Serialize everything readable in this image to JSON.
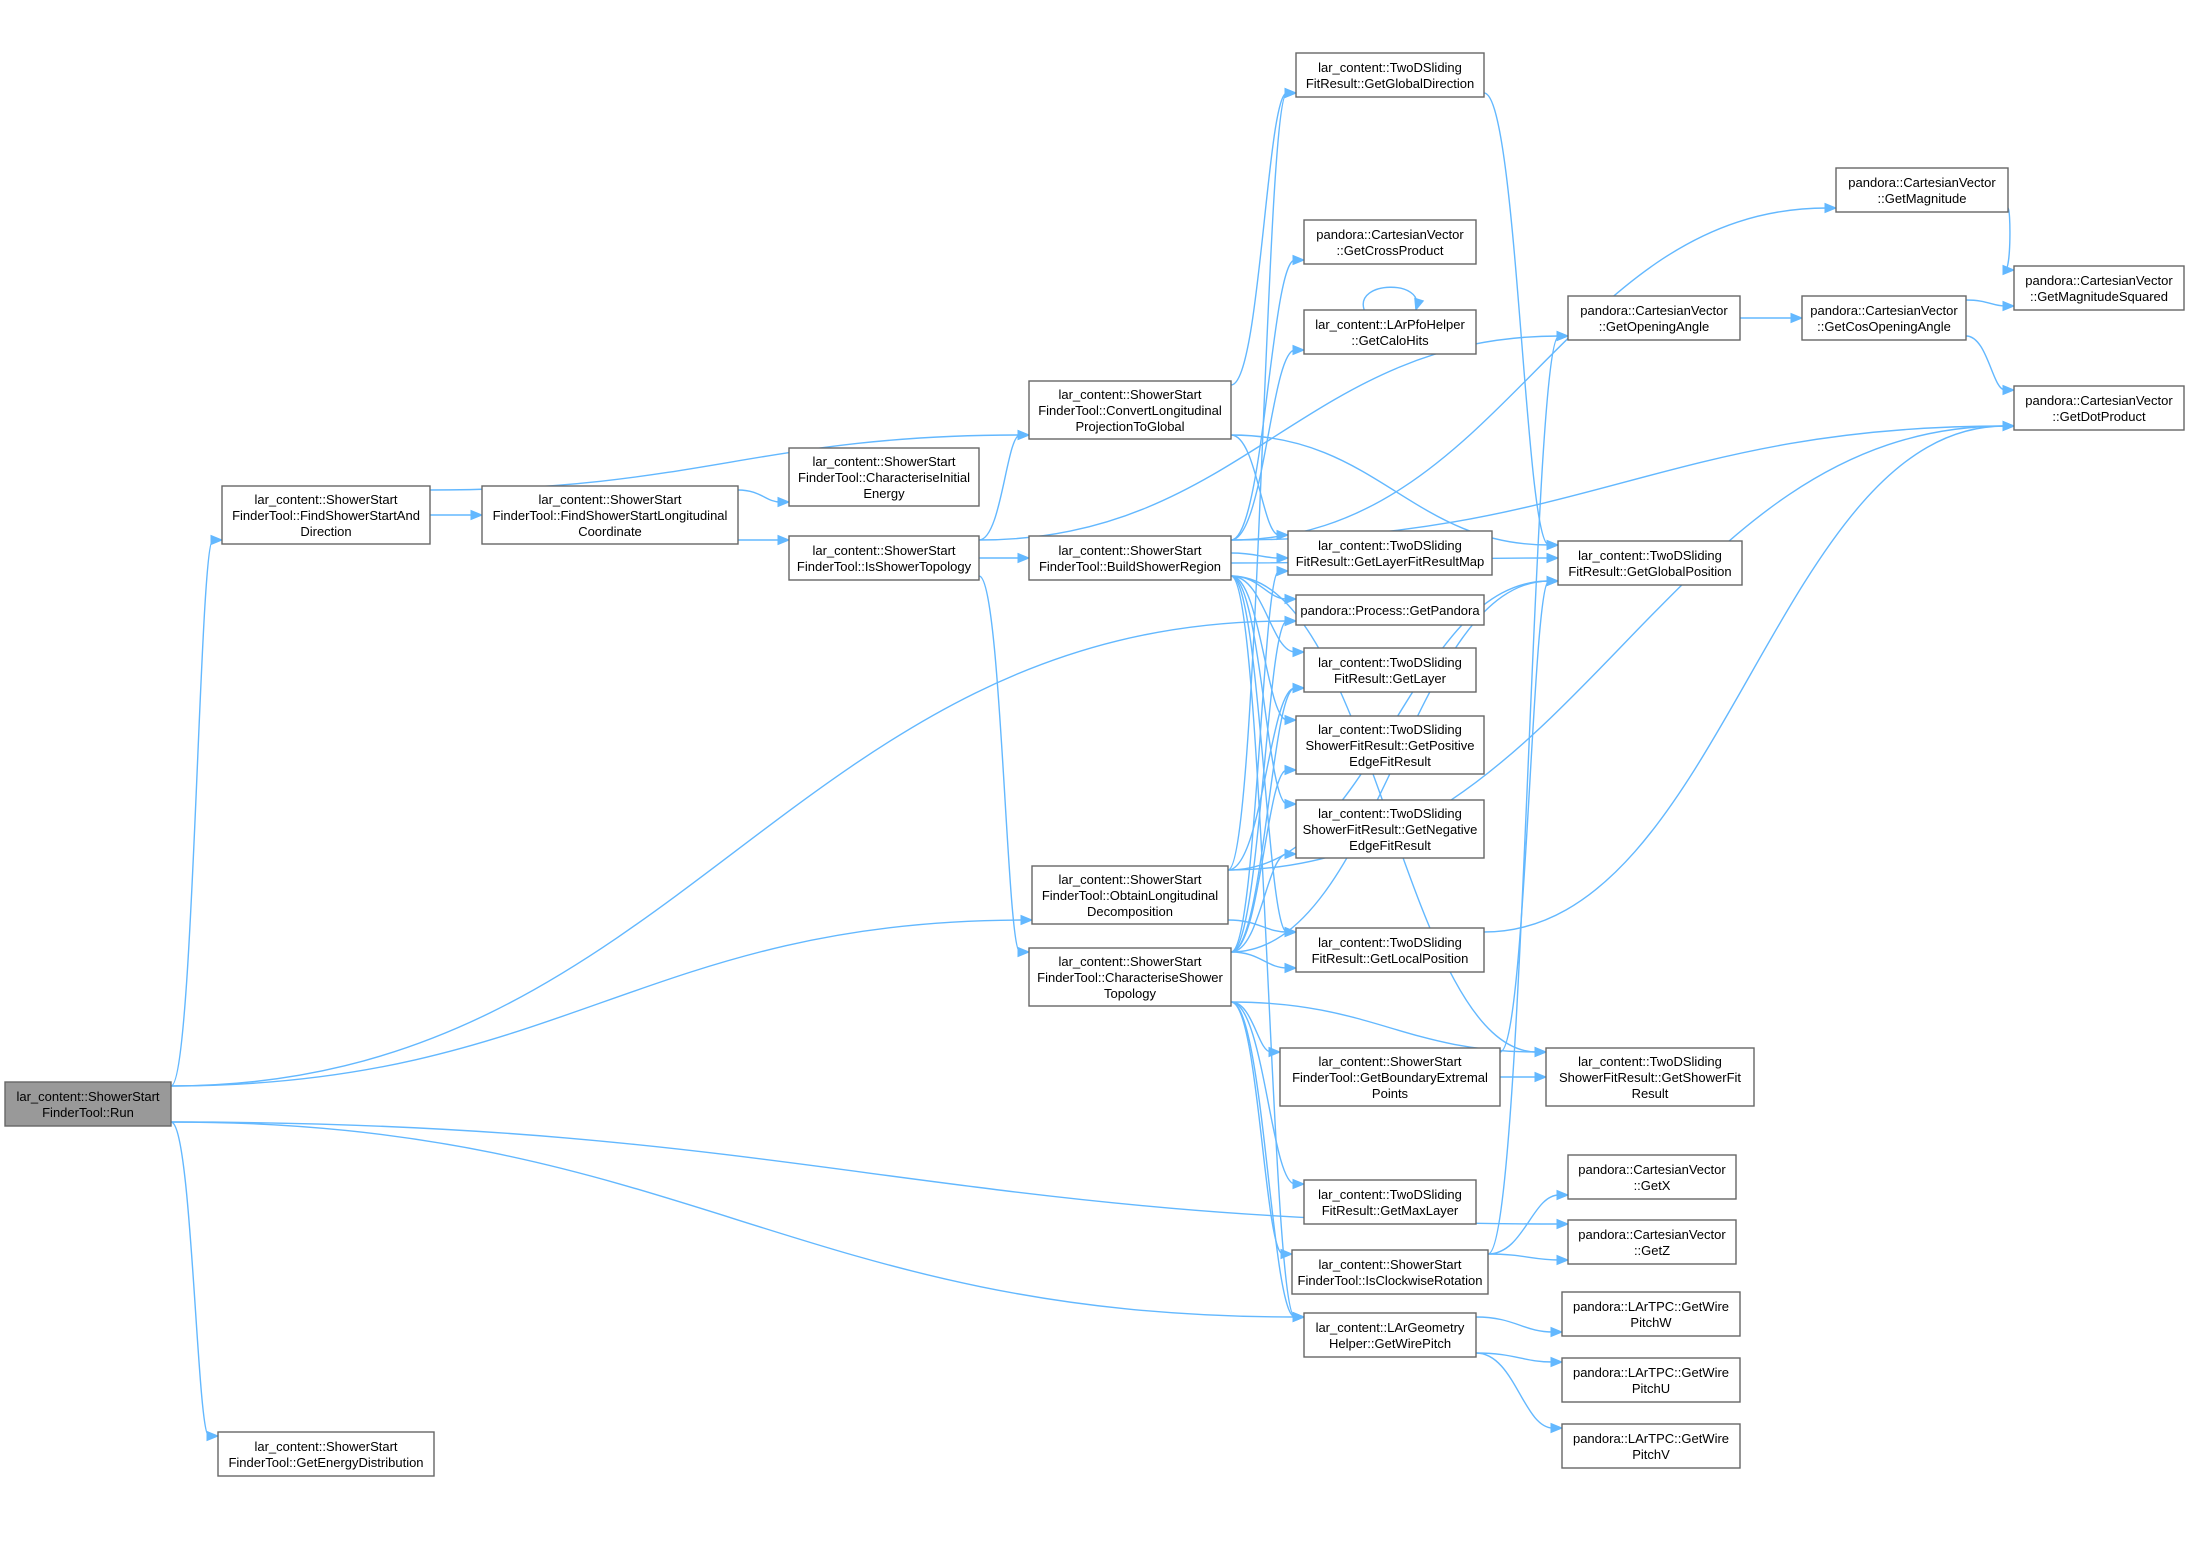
{
  "graph": {
    "nodes": [
      {
        "id": "run",
        "lines": [
          "lar_content::ShowerStart",
          "FinderTool::Run"
        ],
        "root": true
      },
      {
        "id": "findStartDir",
        "lines": [
          "lar_content::ShowerStart",
          "FinderTool::FindShowerStartAnd",
          "Direction"
        ]
      },
      {
        "id": "getEnergyDist",
        "lines": [
          "lar_content::ShowerStart",
          "FinderTool::GetEnergyDistribution"
        ]
      },
      {
        "id": "findLongCoord",
        "lines": [
          "lar_content::ShowerStart",
          "FinderTool::FindShowerStartLongitudinal",
          "Coordinate"
        ]
      },
      {
        "id": "charInitEnergy",
        "lines": [
          "lar_content::ShowerStart",
          "FinderTool::CharacteriseInitial",
          "Energy"
        ]
      },
      {
        "id": "isShowerTopo",
        "lines": [
          "lar_content::ShowerStart",
          "FinderTool::IsShowerTopology"
        ]
      },
      {
        "id": "convertLong",
        "lines": [
          "lar_content::ShowerStart",
          "FinderTool::ConvertLongitudinal",
          "ProjectionToGlobal"
        ]
      },
      {
        "id": "buildRegion",
        "lines": [
          "lar_content::ShowerStart",
          "FinderTool::BuildShowerRegion"
        ]
      },
      {
        "id": "obtainLong",
        "lines": [
          "lar_content::ShowerStart",
          "FinderTool::ObtainLongitudinal",
          "Decomposition"
        ]
      },
      {
        "id": "charTopo",
        "lines": [
          "lar_content::ShowerStart",
          "FinderTool::CharacteriseShower",
          "Topology"
        ]
      },
      {
        "id": "getGlobalDir",
        "lines": [
          "lar_content::TwoDSliding",
          "FitResult::GetGlobalDirection"
        ]
      },
      {
        "id": "getCross",
        "lines": [
          "pandora::CartesianVector",
          "::GetCrossProduct"
        ]
      },
      {
        "id": "getCaloHits",
        "lines": [
          "lar_content::LArPfoHelper",
          "::GetCaloHits"
        ]
      },
      {
        "id": "getLayerMap",
        "lines": [
          "lar_content::TwoDSliding",
          "FitResult::GetLayerFitResultMap"
        ]
      },
      {
        "id": "getPandora",
        "lines": [
          "pandora::Process::GetPandora"
        ]
      },
      {
        "id": "getLayer",
        "lines": [
          "lar_content::TwoDSliding",
          "FitResult::GetLayer"
        ]
      },
      {
        "id": "getPosEdge",
        "lines": [
          "lar_content::TwoDSliding",
          "ShowerFitResult::GetPositive",
          "EdgeFitResult"
        ]
      },
      {
        "id": "getNegEdge",
        "lines": [
          "lar_content::TwoDSliding",
          "ShowerFitResult::GetNegative",
          "EdgeFitResult"
        ]
      },
      {
        "id": "getLocalPos",
        "lines": [
          "lar_content::TwoDSliding",
          "FitResult::GetLocalPosition"
        ]
      },
      {
        "id": "getBoundary",
        "lines": [
          "lar_content::ShowerStart",
          "FinderTool::GetBoundaryExtremal",
          "Points"
        ]
      },
      {
        "id": "getMaxLayer",
        "lines": [
          "lar_content::TwoDSliding",
          "FitResult::GetMaxLayer"
        ]
      },
      {
        "id": "isClockwise",
        "lines": [
          "lar_content::ShowerStart",
          "FinderTool::IsClockwiseRotation"
        ]
      },
      {
        "id": "getWirePitch",
        "lines": [
          "lar_content::LArGeometry",
          "Helper::GetWirePitch"
        ]
      },
      {
        "id": "getMagnitude",
        "lines": [
          "pandora::CartesianVector",
          "::GetMagnitude"
        ]
      },
      {
        "id": "getOpening",
        "lines": [
          "pandora::CartesianVector",
          "::GetOpeningAngle"
        ]
      },
      {
        "id": "getGlobalPos",
        "lines": [
          "lar_content::TwoDSliding",
          "FitResult::GetGlobalPosition"
        ]
      },
      {
        "id": "getShowerFit",
        "lines": [
          "lar_content::TwoDSliding",
          "ShowerFitResult::GetShowerFit",
          "Result"
        ]
      },
      {
        "id": "getX",
        "lines": [
          "pandora::CartesianVector",
          "::GetX"
        ]
      },
      {
        "id": "getZ",
        "lines": [
          "pandora::CartesianVector",
          "::GetZ"
        ]
      },
      {
        "id": "pitchW",
        "lines": [
          "pandora::LArTPC::GetWire",
          "PitchW"
        ]
      },
      {
        "id": "pitchU",
        "lines": [
          "pandora::LArTPC::GetWire",
          "PitchU"
        ]
      },
      {
        "id": "pitchV",
        "lines": [
          "pandora::LArTPC::GetWire",
          "PitchV"
        ]
      },
      {
        "id": "getCosOpening",
        "lines": [
          "pandora::CartesianVector",
          "::GetCosOpeningAngle"
        ]
      },
      {
        "id": "getMagSq",
        "lines": [
          "pandora::CartesianVector",
          "::GetMagnitudeSquared"
        ]
      },
      {
        "id": "getDot",
        "lines": [
          "pandora::CartesianVector",
          "::GetDotProduct"
        ]
      }
    ],
    "edges": [
      [
        "run",
        "findStartDir"
      ],
      [
        "run",
        "getEnergyDist"
      ],
      [
        "run",
        "getPandora"
      ],
      [
        "run",
        "obtainLong"
      ],
      [
        "run",
        "getWirePitch"
      ],
      [
        "run",
        "getZ"
      ],
      [
        "findStartDir",
        "findLongCoord"
      ],
      [
        "findStartDir",
        "convertLong"
      ],
      [
        "findLongCoord",
        "charInitEnergy"
      ],
      [
        "findLongCoord",
        "isShowerTopo"
      ],
      [
        "isShowerTopo",
        "convertLong"
      ],
      [
        "isShowerTopo",
        "buildRegion"
      ],
      [
        "isShowerTopo",
        "charTopo"
      ],
      [
        "isShowerTopo",
        "getOpening"
      ],
      [
        "convertLong",
        "getGlobalDir"
      ],
      [
        "convertLong",
        "getGlobalPos"
      ],
      [
        "convertLong",
        "getLayerMap"
      ],
      [
        "buildRegion",
        "getCross"
      ],
      [
        "buildRegion",
        "getCaloHits"
      ],
      [
        "buildRegion",
        "getLayerMap"
      ],
      [
        "buildRegion",
        "getPandora"
      ],
      [
        "buildRegion",
        "getLayer"
      ],
      [
        "buildRegion",
        "getPosEdge"
      ],
      [
        "buildRegion",
        "getNegEdge"
      ],
      [
        "buildRegion",
        "getLocalPos"
      ],
      [
        "buildRegion",
        "getMagnitude"
      ],
      [
        "buildRegion",
        "getGlobalPos"
      ],
      [
        "buildRegion",
        "getDot"
      ],
      [
        "buildRegion",
        "getShowerFit"
      ],
      [
        "buildRegion",
        "getWirePitch"
      ],
      [
        "obtainLong",
        "getGlobalDir"
      ],
      [
        "obtainLong",
        "getLayer"
      ],
      [
        "obtainLong",
        "getLocalPos"
      ],
      [
        "obtainLong",
        "getGlobalPos"
      ],
      [
        "obtainLong",
        "getDot"
      ],
      [
        "charTopo",
        "getLayerMap"
      ],
      [
        "charTopo",
        "getPandora"
      ],
      [
        "charTopo",
        "getLayer"
      ],
      [
        "charTopo",
        "getPosEdge"
      ],
      [
        "charTopo",
        "getNegEdge"
      ],
      [
        "charTopo",
        "getLocalPos"
      ],
      [
        "charTopo",
        "getGlobalPos"
      ],
      [
        "charTopo",
        "getBoundary"
      ],
      [
        "charTopo",
        "getShowerFit"
      ],
      [
        "charTopo",
        "getMaxLayer"
      ],
      [
        "charTopo",
        "isClockwise"
      ],
      [
        "charTopo",
        "getWirePitch"
      ],
      [
        "getBoundary",
        "getShowerFit"
      ],
      [
        "getBoundary",
        "getGlobalPos"
      ],
      [
        "isClockwise",
        "getX"
      ],
      [
        "isClockwise",
        "getZ"
      ],
      [
        "isClockwise",
        "getOpening"
      ],
      [
        "getWirePitch",
        "pitchW"
      ],
      [
        "getWirePitch",
        "pitchU"
      ],
      [
        "getWirePitch",
        "pitchV"
      ],
      [
        "getCaloHits",
        "getCaloHits"
      ],
      [
        "getOpening",
        "getCosOpening"
      ],
      [
        "getMagnitude",
        "getMagSq"
      ],
      [
        "getCosOpening",
        "getMagSq"
      ],
      [
        "getCosOpening",
        "getDot"
      ],
      [
        "getGlobalDir",
        "getGlobalPos"
      ],
      [
        "getLocalPos",
        "getDot"
      ]
    ]
  }
}
